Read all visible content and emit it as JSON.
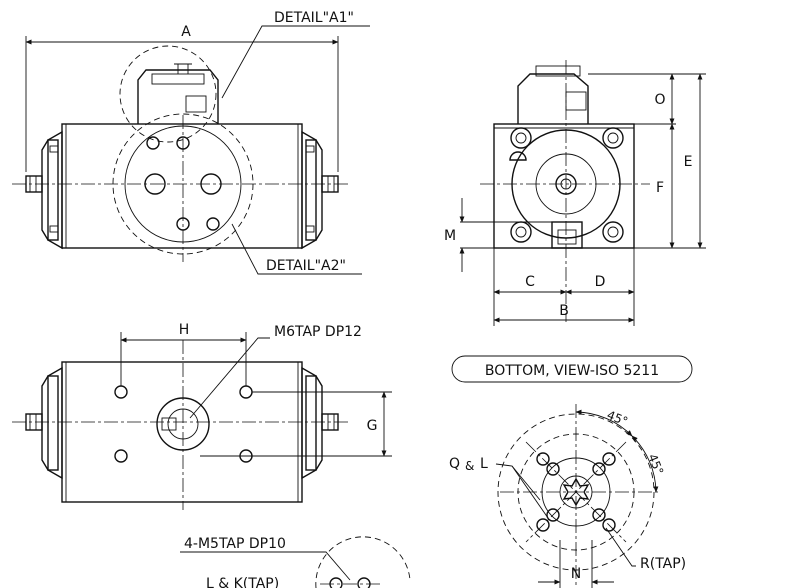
{
  "labels": {
    "detail_a1": "DETAIL\"A1\"",
    "detail_a2": "DETAIL\"A2\"",
    "dim_a": "A",
    "dim_b": "B",
    "dim_c": "C",
    "dim_d": "D",
    "dim_e": "E",
    "dim_f": "F",
    "dim_g": "G",
    "dim_h": "H",
    "dim_m": "M",
    "dim_n": "N",
    "dim_o": "O",
    "m6tap": "M6TAP DP12",
    "bottom_view": "BOTTOM, VIEW-ISO 5211",
    "angle_1": "45°",
    "angle_2": "45°",
    "q_l_1": "Q",
    "q_l_amp": "&",
    "q_l_2": "L",
    "r_tap": "R(TAP)",
    "m5tap": "4-M5TAP DP10",
    "l_k_tap": "L & K(TAP)"
  }
}
